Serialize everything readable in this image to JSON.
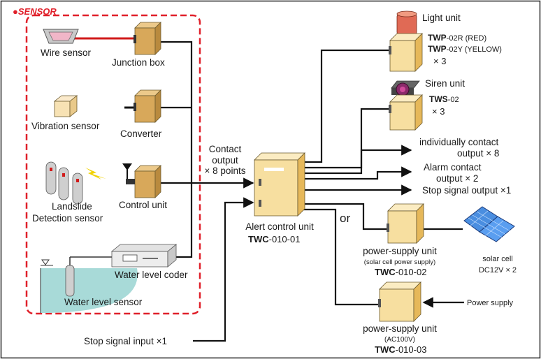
{
  "sensor_title": "●SENSOR",
  "colors": {
    "sensor_red": "#e0202a",
    "box_fill": "#f7dfa0",
    "water": "#a8dad8",
    "solar": "#4a8ee0"
  },
  "sensors": {
    "wire_sensor": "Wire sensor",
    "junction_box": "Junction box",
    "vibration_sensor": "Vibration sensor",
    "converter": "Converter",
    "landslide_line1": "Landslide",
    "landslide_line2": "Detection sensor",
    "control_unit": "Control unit",
    "water_level_coder": "Water level coder",
    "water_level_sensor": "Water level sensor"
  },
  "contact_output": {
    "line1": "Contact",
    "line2": "output",
    "line3": "× 8 points"
  },
  "alert_unit": {
    "name": "Alert control unit",
    "model_bold": "TWC",
    "model_rest": "-010-01"
  },
  "light_unit": {
    "name": "Light unit",
    "model1_bold": "TWP",
    "model1_rest": "-02R (RED)",
    "model2_bold": "TWP",
    "model2_rest": "-02Y (YELLOW)",
    "qty": "× 3"
  },
  "siren_unit": {
    "name": "Siren unit",
    "model_bold": "TWS",
    "model_rest": "-02",
    "qty": "× 3"
  },
  "outputs": {
    "individual_line1": "individually contact",
    "individual_line2": "output × 8",
    "alarm_line1": "Alarm contact",
    "alarm_line2": "output × 2",
    "stop": "Stop signal output ×1"
  },
  "or_label": "or",
  "power_solar": {
    "name": "power-supply unit",
    "sub": "(solar cell power supply)",
    "model_bold": "TWC",
    "model_rest": "-010-02"
  },
  "solar_cell": {
    "name": "solar cell",
    "spec": "DC12V × 2"
  },
  "power_ac": {
    "name": "power-supply unit",
    "sub": "(AC100V)",
    "model_bold": "TWC",
    "model_rest": "-010-03"
  },
  "power_supply_input": "Power supply",
  "stop_signal_input": "Stop signal input ×1"
}
